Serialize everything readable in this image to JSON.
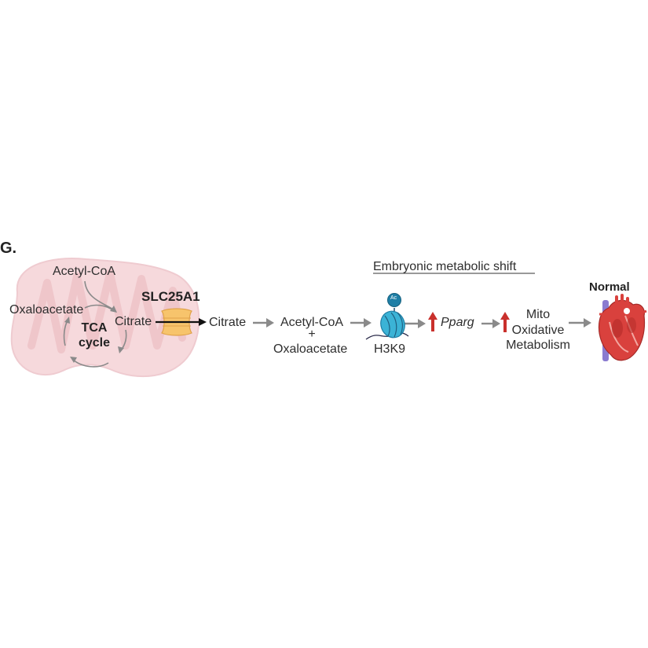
{
  "figure": {
    "panel_label": "G.",
    "section_title": "Embryonic metabolic shift",
    "mitochondrion": {
      "acetyl_coa": "Acetyl-CoA",
      "oxaloacetate": "Oxaloacetate",
      "citrate": "Citrate",
      "tca_line1": "TCA",
      "tca_line2": "cycle"
    },
    "transporter": {
      "label": "SLC25A1"
    },
    "pathway": {
      "citrate_out": "Citrate",
      "acetyl_coa": "Acetyl-CoA",
      "plus": "+",
      "oxaloacetate": "Oxaloacetate",
      "histone_label": "H3K9",
      "acetyl_tag": "Ac",
      "gene": "Pparg",
      "mito_line1": "Mito",
      "mito_line2": "Oxidative",
      "mito_line3": "Metabolism",
      "outcome": "Normal"
    },
    "colors": {
      "mitochondrion": "#f6d9dc",
      "cristae": "#efc2c7",
      "transporter": "#f7c46c",
      "transporter_edge": "#e0a24a",
      "arrow_gray": "#8a8a8a",
      "arrow_black": "#111111",
      "up_arrow_red": "#c9302c",
      "nucleosome": "#3bb3d6",
      "acetyl": "#1f7fa6",
      "heart_red": "#d9413d",
      "vein_purple": "#8a7bd0"
    }
  }
}
